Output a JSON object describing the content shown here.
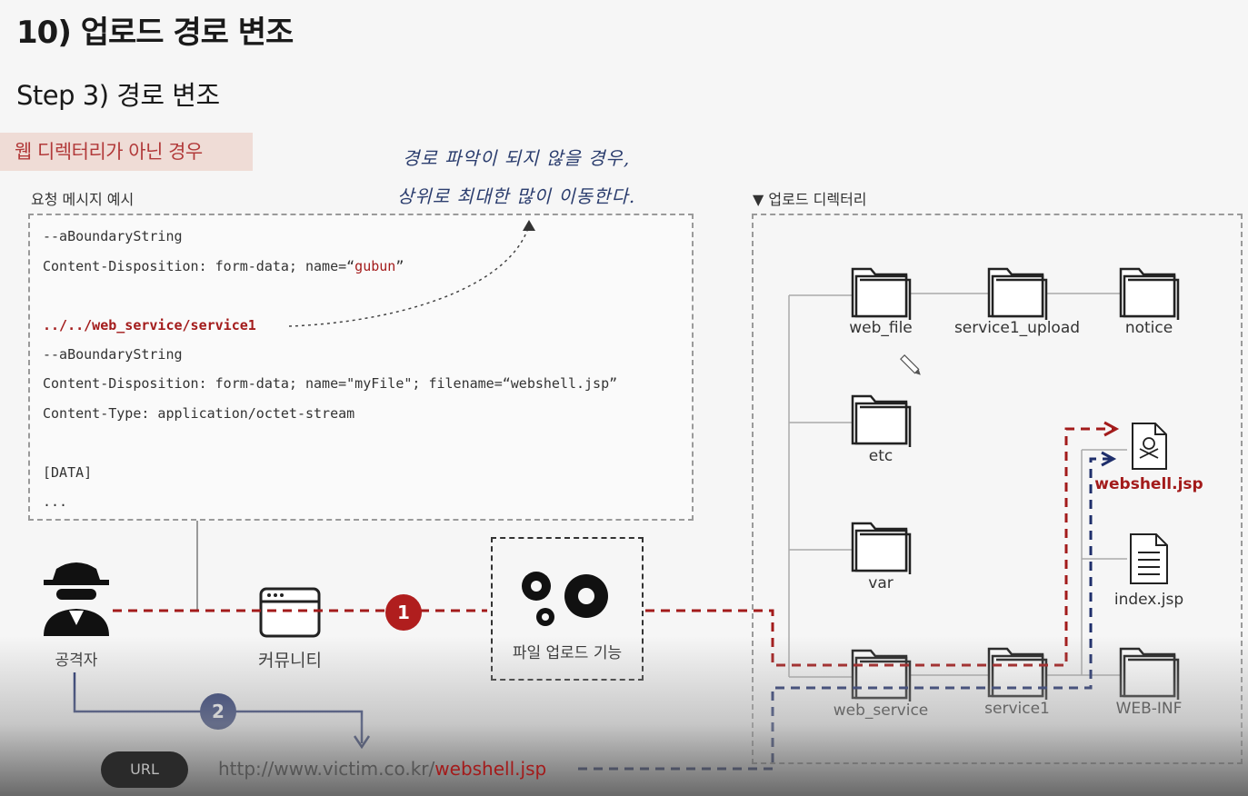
{
  "title": "10) 업로드 경로 변조",
  "subtitle": "Step 3) 경로 변조",
  "case_label": "웹 디렉터리가 아닌 경우",
  "request_label": "요청 메시지 예시",
  "directory_label": "▼ 업로드 디렉터리",
  "handwritten_note": [
    "경로 파악이 되지 않을 경우,",
    "상위로 최대한 많이 이동한다."
  ],
  "request": {
    "line1": "--aBoundaryString",
    "line2_prefix": "Content-Disposition: form-data; name=“",
    "line2_value": "gubun",
    "line2_suffix": "”",
    "line3": "../../web_service/service1",
    "line4": "--aBoundaryString",
    "line5": "Content-Disposition: form-data; name=\"myFile\"; filename=“webshell.jsp”",
    "line6": "Content-Type: application/octet-stream",
    "line7": "[DATA]",
    "line8": "..."
  },
  "flow": {
    "attacker": "공격자",
    "community": "커뮤니티",
    "step1": "1",
    "step2": "2",
    "upload_feature": "파일 업로드 기능"
  },
  "folders": {
    "web_file": "web_file",
    "service1_upload": "service1_upload",
    "notice": "notice",
    "etc": "etc",
    "var": "var",
    "web_service": "web_service",
    "service1": "service1",
    "web_inf": "WEB-INF"
  },
  "files": {
    "webshell": "webshell.jsp",
    "index": "index.jsp"
  },
  "url": {
    "pill": "URL",
    "prefix": "http://www.victim.co.kr/",
    "highlight": "webshell.jsp"
  },
  "colors": {
    "red_path": "#a31b1b",
    "blue_path": "#1e2e6b",
    "case_bg": "#efdcd6"
  }
}
